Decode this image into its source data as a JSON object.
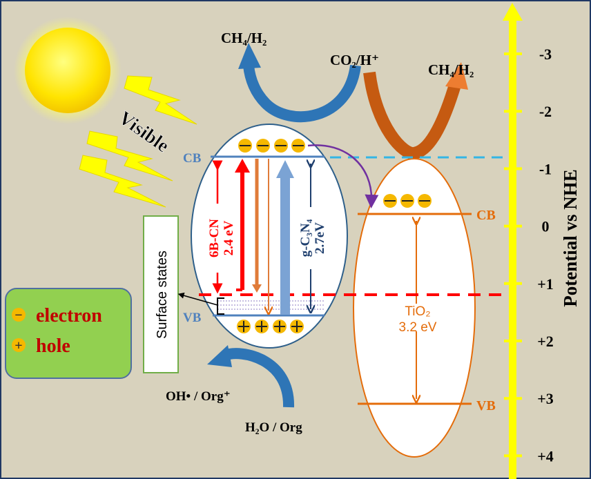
{
  "products_left": "CH₄/H₂",
  "products_right": "CH₄/H₂",
  "reactant_top": "CO₂/H⁺",
  "light_label": "Visible",
  "left_catalyst": {
    "cb_label": "CB",
    "vb_label": "VB",
    "material_1": "6B-CN",
    "gap_1": "2.4 eV",
    "material_2": "g-C₃N₄",
    "gap_2": "2.7eV"
  },
  "surface_states": "Surface states",
  "legend": {
    "electron_symbol": "−",
    "electron": "electron",
    "hole_symbol": "+",
    "hole": "hole"
  },
  "oxidation_product": "OH• / Org⁺",
  "oxidation_reactant": "H₂O / Org",
  "tio2": {
    "cb_label": "CB",
    "vb_label": "VB",
    "material": "TiO₂",
    "gap": "3.2 eV"
  },
  "axis": {
    "title": "Potential vs NHE",
    "ticks": [
      "-3",
      "-2",
      "-1",
      "0",
      "+1",
      "+2",
      "+3",
      "+4"
    ]
  },
  "colors": {
    "background": "#d8d2bd",
    "axis": "#ffff00",
    "red": "#ff0000",
    "blue": "#4f81bd",
    "orange": "#e46c0a",
    "electron": "#f5b800",
    "legend_bg": "#92d050"
  }
}
